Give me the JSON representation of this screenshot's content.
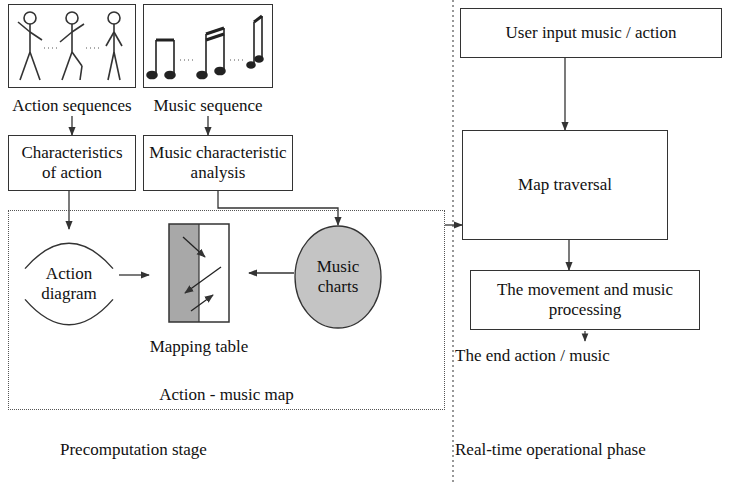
{
  "diagram": {
    "nodes": [
      {
        "text": [
          "Action sequences"
        ]
      },
      {
        "text": [
          "Music sequence"
        ]
      },
      {
        "text": [
          "Characteristics of action"
        ]
      },
      {
        "text": [
          "Music characteristic analysis"
        ]
      },
      {
        "text": [
          "Action - music map"
        ]
      },
      {
        "text": [
          "Action diagram"
        ],
        "in": 4
      },
      {
        "text": [
          "Mapping table"
        ],
        "in": 4
      },
      {
        "text": [
          "Music charts"
        ],
        "in": 4
      },
      {
        "text": [
          "User input music / action"
        ]
      },
      {
        "text": [
          "Map traversal"
        ]
      },
      {
        "text": [
          "The movement and music processing"
        ]
      }
    ],
    "edges": [
      {
        "from": 0,
        "to": 2,
        "arrow": "to"
      },
      {
        "from": 1,
        "to": 3,
        "arrow": "to"
      },
      {
        "from": 2,
        "to": 5,
        "arrow": "to"
      },
      {
        "from": 3,
        "to": 7,
        "arrow": "to"
      },
      {
        "from": 5,
        "to": 6,
        "arrow": "to"
      },
      {
        "from": 7,
        "to": 6,
        "arrow": "to"
      },
      {
        "from": 4,
        "to": 9,
        "arrow": "to"
      },
      {
        "from": 8,
        "to": 9,
        "arrow": "to"
      },
      {
        "from": 9,
        "to": 10,
        "arrow": "to"
      }
    ],
    "labels": [
      "The end action / music",
      "Precomputation stage",
      "Real-time operational phase"
    ]
  }
}
